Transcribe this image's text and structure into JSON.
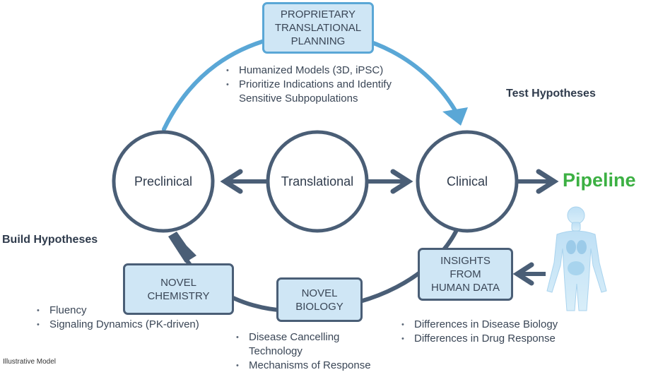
{
  "circles": {
    "preclinical": "Preclinical",
    "translational": "Translational",
    "clinical": "Clinical"
  },
  "boxes": {
    "proprietary": "PROPRIETARY\nTRANSLATIONAL\nPLANNING",
    "novel_chemistry": "NOVEL\nCHEMISTRY",
    "novel_biology": "NOVEL\nBIOLOGY",
    "insights": "INSIGHTS\nFROM\nHUMAN DATA"
  },
  "bullets": {
    "top": [
      "Humanized Models (3D, iPSC)",
      "Prioritize Indications and Identify\nSensitive Subpopulations"
    ],
    "left": [
      "Fluency",
      "Signaling Dynamics (PK-driven)"
    ],
    "middle": [
      "Disease Cancelling\nTechnology",
      "Mechanisms of Response"
    ],
    "right": [
      "Differences in Disease Biology",
      "Differences in Drug Response"
    ]
  },
  "headings": {
    "test": "Test Hypotheses",
    "build": "Build Hypotheses",
    "pipeline": "Pipeline"
  },
  "footnote": "Illustrative Model",
  "colors": {
    "dark_stroke": "#4a5e76",
    "light_stroke": "#5aa7d6",
    "box_fill": "#cfe6f5",
    "pipeline_green": "#3cb043"
  },
  "icons": {
    "human_body": "human-body-icon"
  }
}
